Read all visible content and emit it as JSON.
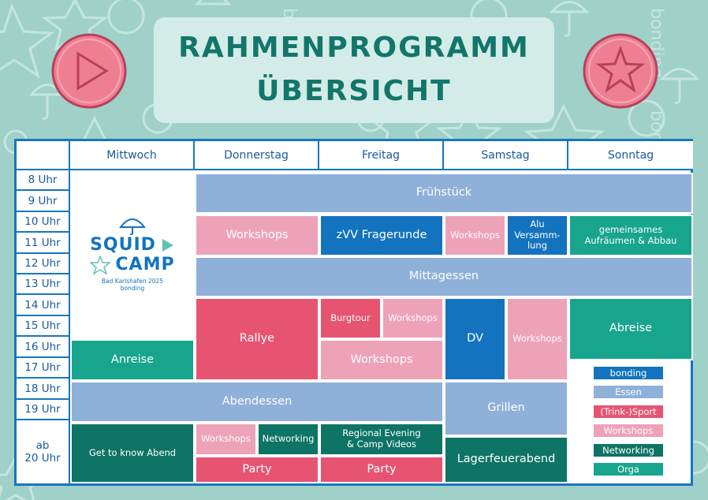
{
  "title": {
    "line1": "RAHMENPROGRAMM",
    "line2": "ÜBERSICHT"
  },
  "colors": {
    "bonding": "#1373be",
    "essen": "#8fb0d8",
    "sport": "#e65471",
    "workshops": "#eea2b8",
    "networking": "#0e7465",
    "orga": "#17a58e"
  },
  "days": [
    "Mittwoch",
    "Donnerstag",
    "Freitag",
    "Samstag",
    "Sonntag"
  ],
  "times": [
    "8 Uhr",
    "9 Uhr",
    "10 Uhr",
    "11 Uhr",
    "12 Uhr",
    "13 Uhr",
    "14 Uhr",
    "15 Uhr",
    "16 Uhr",
    "17 Uhr",
    "18 Uhr",
    "19 Uhr"
  ],
  "time_last": {
    "line1": "ab",
    "line2": "20 Uhr"
  },
  "logo": {
    "word1": "SQUID",
    "word2": "CAMP",
    "sub1": "Bad Karlshafen 2025",
    "sub2": "bonding"
  },
  "blocks": {
    "fruehstueck": "Frühstück",
    "workshops_do": "Workshops",
    "zvv": "zVV Fragerunde",
    "workshops_sa": "Workshops",
    "alu": {
      "l1": "Alu",
      "l2": "Versamm-",
      "l3": "lung"
    },
    "aufraeumen": {
      "l1": "gemeinsames",
      "l2": "Aufräumen & Abbau"
    },
    "mittagessen": "Mittagessen",
    "rallye": "Rallye",
    "burgtour": "Burgtour",
    "workshops_fr1": "Workshops",
    "dv": "DV",
    "workshops_sa2": "Workshops",
    "abreise": "Abreise",
    "anreise": "Anreise",
    "workshops_fr2": "Workshops",
    "abendessen": "Abendessen",
    "grillen": "Grillen",
    "get_to_know": "Get to know Abend",
    "workshops_do3": "Workshops",
    "networking": "Networking",
    "regional": {
      "l1": "Regional Evening",
      "l2": "& Camp Videos"
    },
    "lagerfeuer": "Lagerfeuerabend",
    "party_do": "Party",
    "party_fr": "Party"
  },
  "legend": [
    "bonding",
    "Essen",
    "(Trink-)Sport",
    "Workshops",
    "Networking",
    "Orga"
  ],
  "decor_words": [
    "bonding",
    "bonding",
    "bonding"
  ]
}
